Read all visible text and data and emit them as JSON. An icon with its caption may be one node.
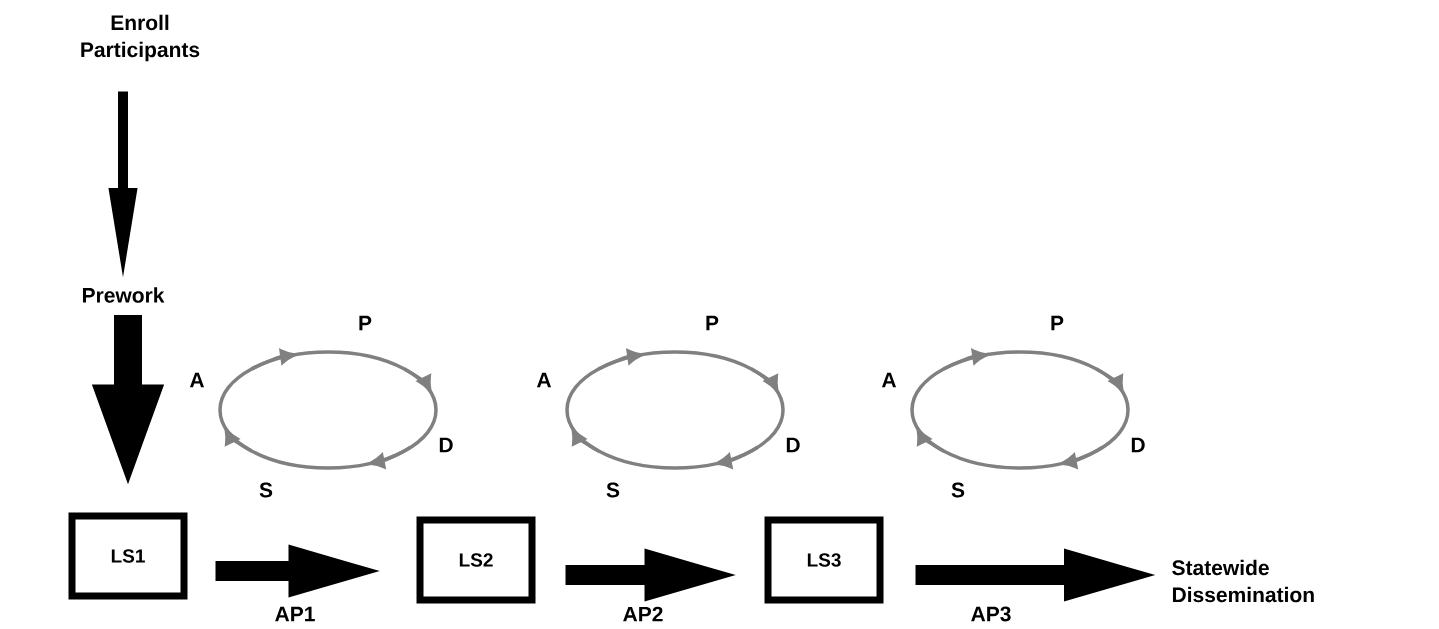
{
  "diagram": {
    "nodes": [
      {
        "text": [
          "Enroll Participants"
        ]
      },
      {
        "text": [
          "Prework"
        ]
      },
      {
        "text": [
          "LS1"
        ]
      },
      {
        "text": [
          "LS2"
        ]
      },
      {
        "text": [
          "LS3"
        ]
      },
      {
        "text": [
          "Statewide Dissemination"
        ]
      }
    ],
    "edges": [
      {
        "from": 0,
        "to": 1,
        "arrow": "to"
      },
      {
        "from": 1,
        "to": 2,
        "arrow": "to"
      },
      {
        "from": 2,
        "to": 3,
        "arrow": "to",
        "label": "AP1"
      },
      {
        "from": 3,
        "to": 4,
        "arrow": "to",
        "label": "AP2"
      },
      {
        "from": 4,
        "to": 5,
        "arrow": "to",
        "label": "AP3"
      }
    ],
    "labels": [
      "P",
      "A",
      "D",
      "S",
      "P",
      "A",
      "D",
      "S",
      "P",
      "A",
      "D",
      "S"
    ]
  }
}
